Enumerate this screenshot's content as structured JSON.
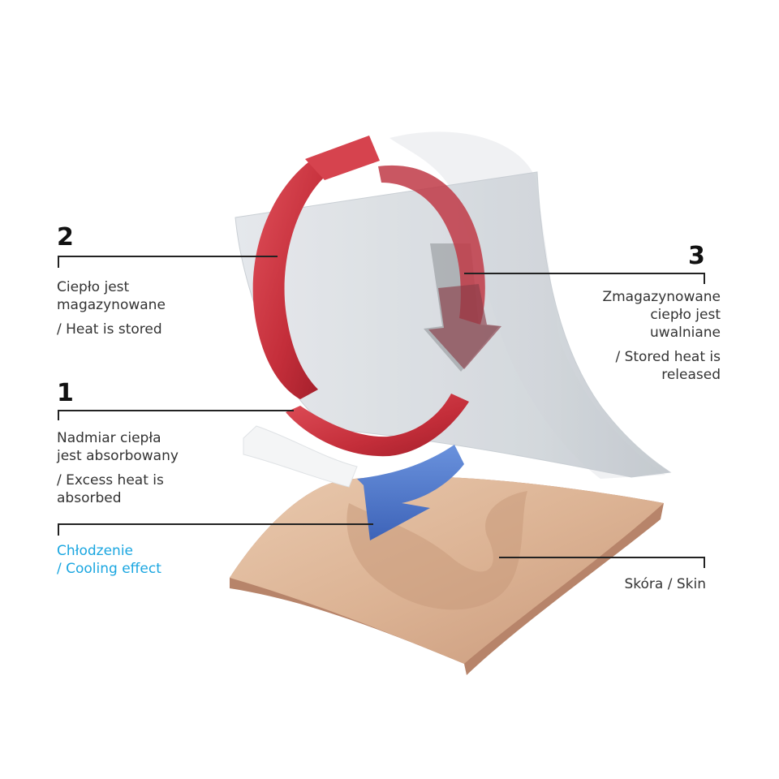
{
  "colors": {
    "accent_cooling": "#1aa6e0",
    "heat_arrow": "#c8323c",
    "cool_arrow": "#4a74c8",
    "skin": "#ddb69a",
    "fabric": "#d4d9de"
  },
  "steps": {
    "two": {
      "number": "2",
      "line1": "Ciepło jest",
      "line2": "magazynowane",
      "line3": "/ Heat is stored"
    },
    "three": {
      "number": "3",
      "line1": "Zmagazynowane",
      "line2": "ciepło jest",
      "line3": "uwalniane",
      "line4": "/ Stored heat is",
      "line5": "released"
    },
    "one": {
      "number": "1",
      "line1": "Nadmiar ciepła",
      "line2": "jest absorbowany",
      "line3": "/ Excess heat is",
      "line4": "absorbed"
    }
  },
  "cooling": {
    "line1": "Chłodzenie",
    "line2": "/ Cooling effect"
  },
  "skin": {
    "label": "Skóra / Skin"
  }
}
